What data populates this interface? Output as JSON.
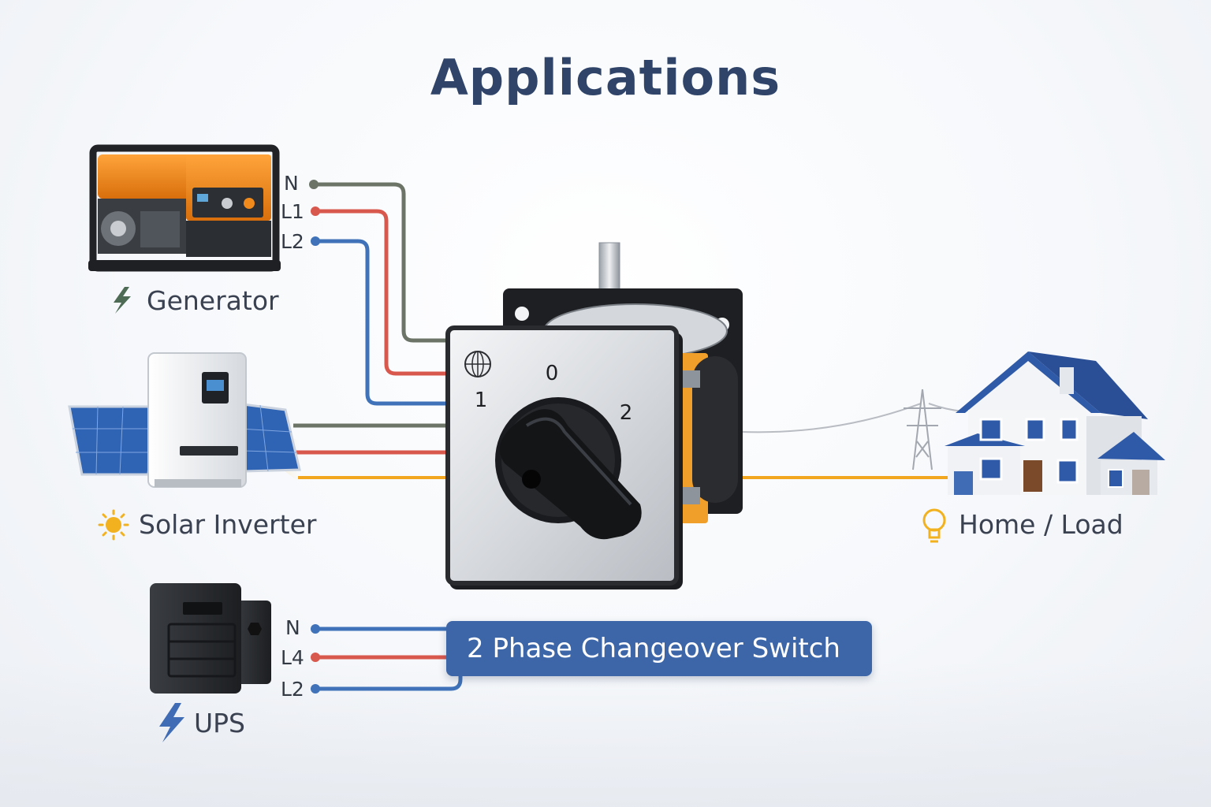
{
  "title": "Applications",
  "colors": {
    "title": "#2f4468",
    "neutral_wire": "#6c7468",
    "live_red": "#d9584e",
    "live_blue": "#3f72b8",
    "output_orange": "#f2a51f",
    "callout_bg": "#3d66a8",
    "generator_orange": "#f08a1c"
  },
  "sources": {
    "generator": {
      "label": "Generator",
      "icon": "lightning-bolt-icon",
      "wires": [
        "N",
        "L1",
        "L2"
      ]
    },
    "solar": {
      "label": "Solar Inverter",
      "icon": "sun-icon"
    },
    "ups": {
      "label": "UPS",
      "icon": "lightning-bolt-icon",
      "wires": [
        "N",
        "L4",
        "L2"
      ]
    }
  },
  "switch": {
    "positions": [
      "1",
      "0",
      "2"
    ],
    "callout": "2 Phase Changeover Switch"
  },
  "load": {
    "label": "Home / Load",
    "icon": "light-bulb-icon"
  }
}
